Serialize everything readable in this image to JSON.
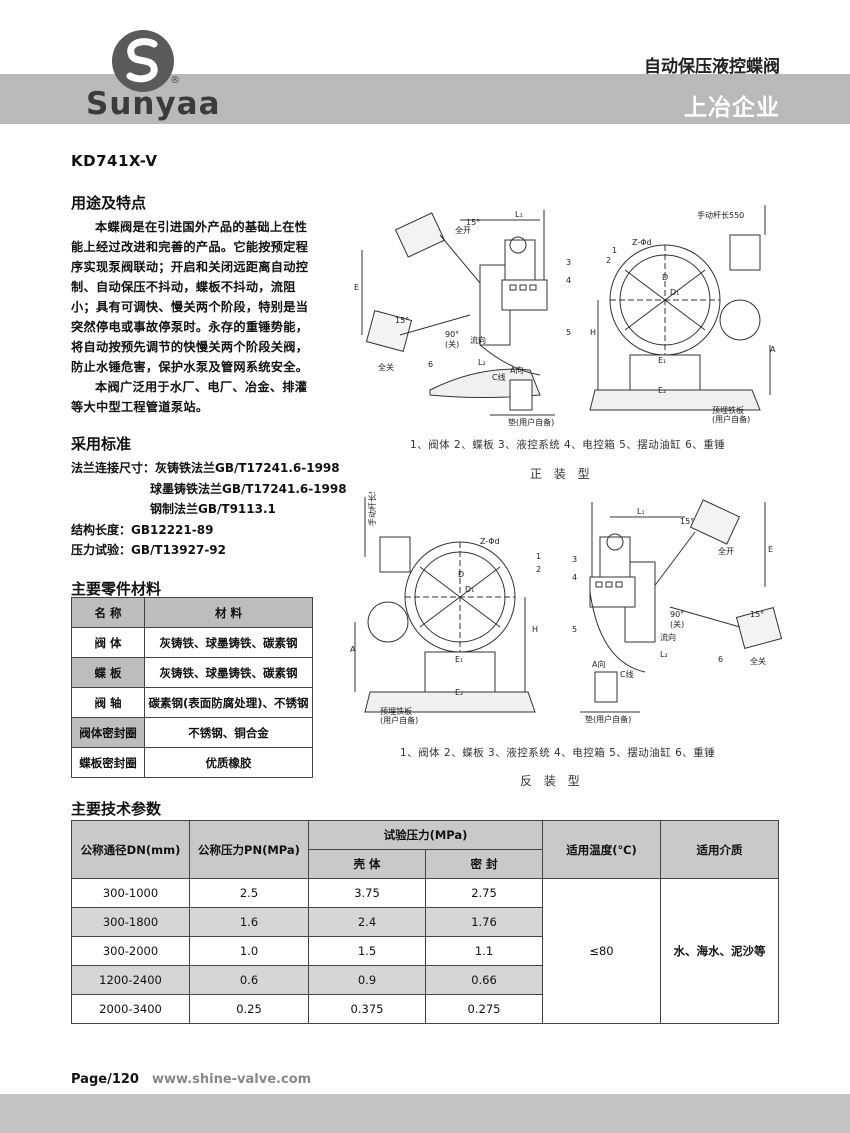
{
  "header": {
    "logo_word": "Sunyaa",
    "logo_reg": "®",
    "product_title": "自动保压液控蝶阀",
    "brand": "上冶企业"
  },
  "model": "KD741X-V",
  "usage": {
    "heading": "用途及特点",
    "para1": "本蝶阀是在引进国外产品的基础上在性能上经过改进和完善的产品。它能按预定程序实现泵阀联动；开启和关闭远距离自动控制、自动保压不抖动，蝶板不抖动，流阻小；具有可调快、慢关两个阶段，特别是当突然停电或事故停泵时。永存的重锤势能，将自动按预先调节的快慢关两个阶段关阀，防止水锤危害，保护水泵及管网系统安全。",
    "para2": "本阀广泛用于水厂、电厂、冶金、排灌等大中型工程管道泵站。"
  },
  "standards": {
    "heading": "采用标准",
    "flange_label": "法兰连接尺寸：",
    "flange1": "灰铸铁法兰GB/T17241.6-1998",
    "flange2": "球墨铸铁法兰GB/T17241.6-1998",
    "flange3": "钢制法兰GB/T9113.1",
    "length": "结构长度：GB12221-89",
    "pressure": "压力试验：GB/T13927-92"
  },
  "materials": {
    "heading": "主要零件材料",
    "col_name": "名  称",
    "col_material": "材  料",
    "rows": [
      {
        "name": "阀  体",
        "material": "灰铸铁、球墨铸铁、碳素钢"
      },
      {
        "name": "蝶  板",
        "material": "灰铸铁、球墨铸铁、碳素钢"
      },
      {
        "name": "阀  轴",
        "material": "碳素钢(表面防腐处理)、不锈钢"
      },
      {
        "name": "阀体密封圈",
        "material": "不锈钢、铜合金"
      },
      {
        "name": "蝶板密封圈",
        "material": "优质橡胶"
      }
    ]
  },
  "diagram_top": {
    "labels": {
      "L1": "L₁",
      "E": "E",
      "full_open": "全开",
      "angle15": "15°",
      "angle90": "90°",
      "closed_paren": "(关)",
      "full_close": "全关",
      "flow": "流向",
      "L2": "L₂",
      "C_line": "C线",
      "A_dir": "A向",
      "pad": "垫(用户自备)",
      "n1": "1",
      "n2": "2",
      "n3": "3",
      "n4": "4",
      "n5": "5",
      "n6": "6",
      "lever": "手动杆长550",
      "zphi": "Z-Φd",
      "D": "D",
      "D1": "D₁",
      "H": "H",
      "A": "A",
      "E1": "E₁",
      "E2": "E₂",
      "plate": "预埋铁板",
      "plate2": "(用户自备)",
      "angle15b": "15°"
    },
    "caption": "1、阀体 2、蝶板 3、液控系统 4、电控箱 5、摆动油缸 6、重锤",
    "subtitle": "正 装 型"
  },
  "diagram_bottom": {
    "labels": {
      "lever": "手动杆长550",
      "zphi": "Z-Φd",
      "n1": "1",
      "n2": "2",
      "n3": "3",
      "n4": "4",
      "n5": "5",
      "n6": "6",
      "D": "D",
      "D1": "D₁",
      "H": "H",
      "A": "A",
      "E1": "E₁",
      "E2": "E₂",
      "plate": "预埋铁板",
      "plate2": "(用户自备)",
      "L1": "L₁",
      "E": "E",
      "full_open": "全开",
      "angle15": "15°",
      "angle90": "90°",
      "closed_paren": "(关)",
      "full_close": "全关",
      "flow": "流向",
      "L2": "L₂",
      "C_line": "C线",
      "A_dir": "A向",
      "pad": "垫(用户自备)",
      "angle15b": "15°"
    },
    "caption": "1、阀体 2、蝶板 3、液控系统 4、电控箱 5、摆动油缸 6、重锤",
    "subtitle": "反 装 型"
  },
  "params": {
    "heading": "主要技术参数",
    "col_dn": "公称通径DN(mm)",
    "col_pn": "公称压力PN(MPa)",
    "col_test": "试验压力(MPa)",
    "col_shell": "壳  体",
    "col_seal": "密  封",
    "col_temp": "适用温度(℃)",
    "col_medium": "适用介质",
    "rows": [
      {
        "dn": "300-1000",
        "pn": "2.5",
        "shell": "3.75",
        "seal": "2.75"
      },
      {
        "dn": "300-1800",
        "pn": "1.6",
        "shell": "2.4",
        "seal": "1.76"
      },
      {
        "dn": "300-2000",
        "pn": "1.0",
        "shell": "1.5",
        "seal": "1.1"
      },
      {
        "dn": "1200-2400",
        "pn": "0.6",
        "shell": "0.9",
        "seal": "0.66"
      },
      {
        "dn": "2000-3400",
        "pn": "0.25",
        "shell": "0.375",
        "seal": "0.275"
      }
    ],
    "temp": "≤80",
    "medium": "水、海水、泥沙等"
  },
  "footer": {
    "page": "Page/120",
    "site": "www.shine-valve.com"
  }
}
